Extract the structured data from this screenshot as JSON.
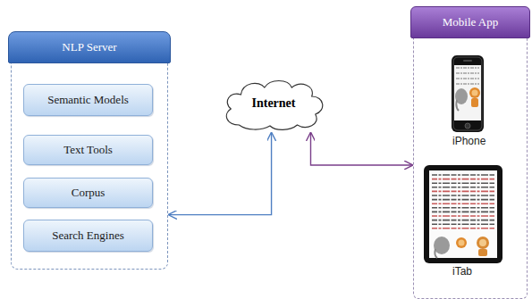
{
  "diagram": {
    "nodes": [
      {
        "text": [
          "NLP Server"
        ]
      },
      {
        "text": [
          "Semantic Models"
        ],
        "in": 0
      },
      {
        "text": [
          "Text Tools"
        ],
        "in": 0
      },
      {
        "text": [
          "Corpus"
        ],
        "in": 0
      },
      {
        "text": [
          "Search Engines"
        ],
        "in": 0
      },
      {
        "text": [
          "Internet"
        ]
      },
      {
        "text": [
          "Mobile App"
        ]
      }
    ],
    "edges": [
      {
        "from": 0,
        "to": 5,
        "arrow": "both"
      },
      {
        "from": 5,
        "to": 6,
        "arrow": "both"
      }
    ],
    "labels": [
      "iPhone",
      "iTab"
    ]
  }
}
